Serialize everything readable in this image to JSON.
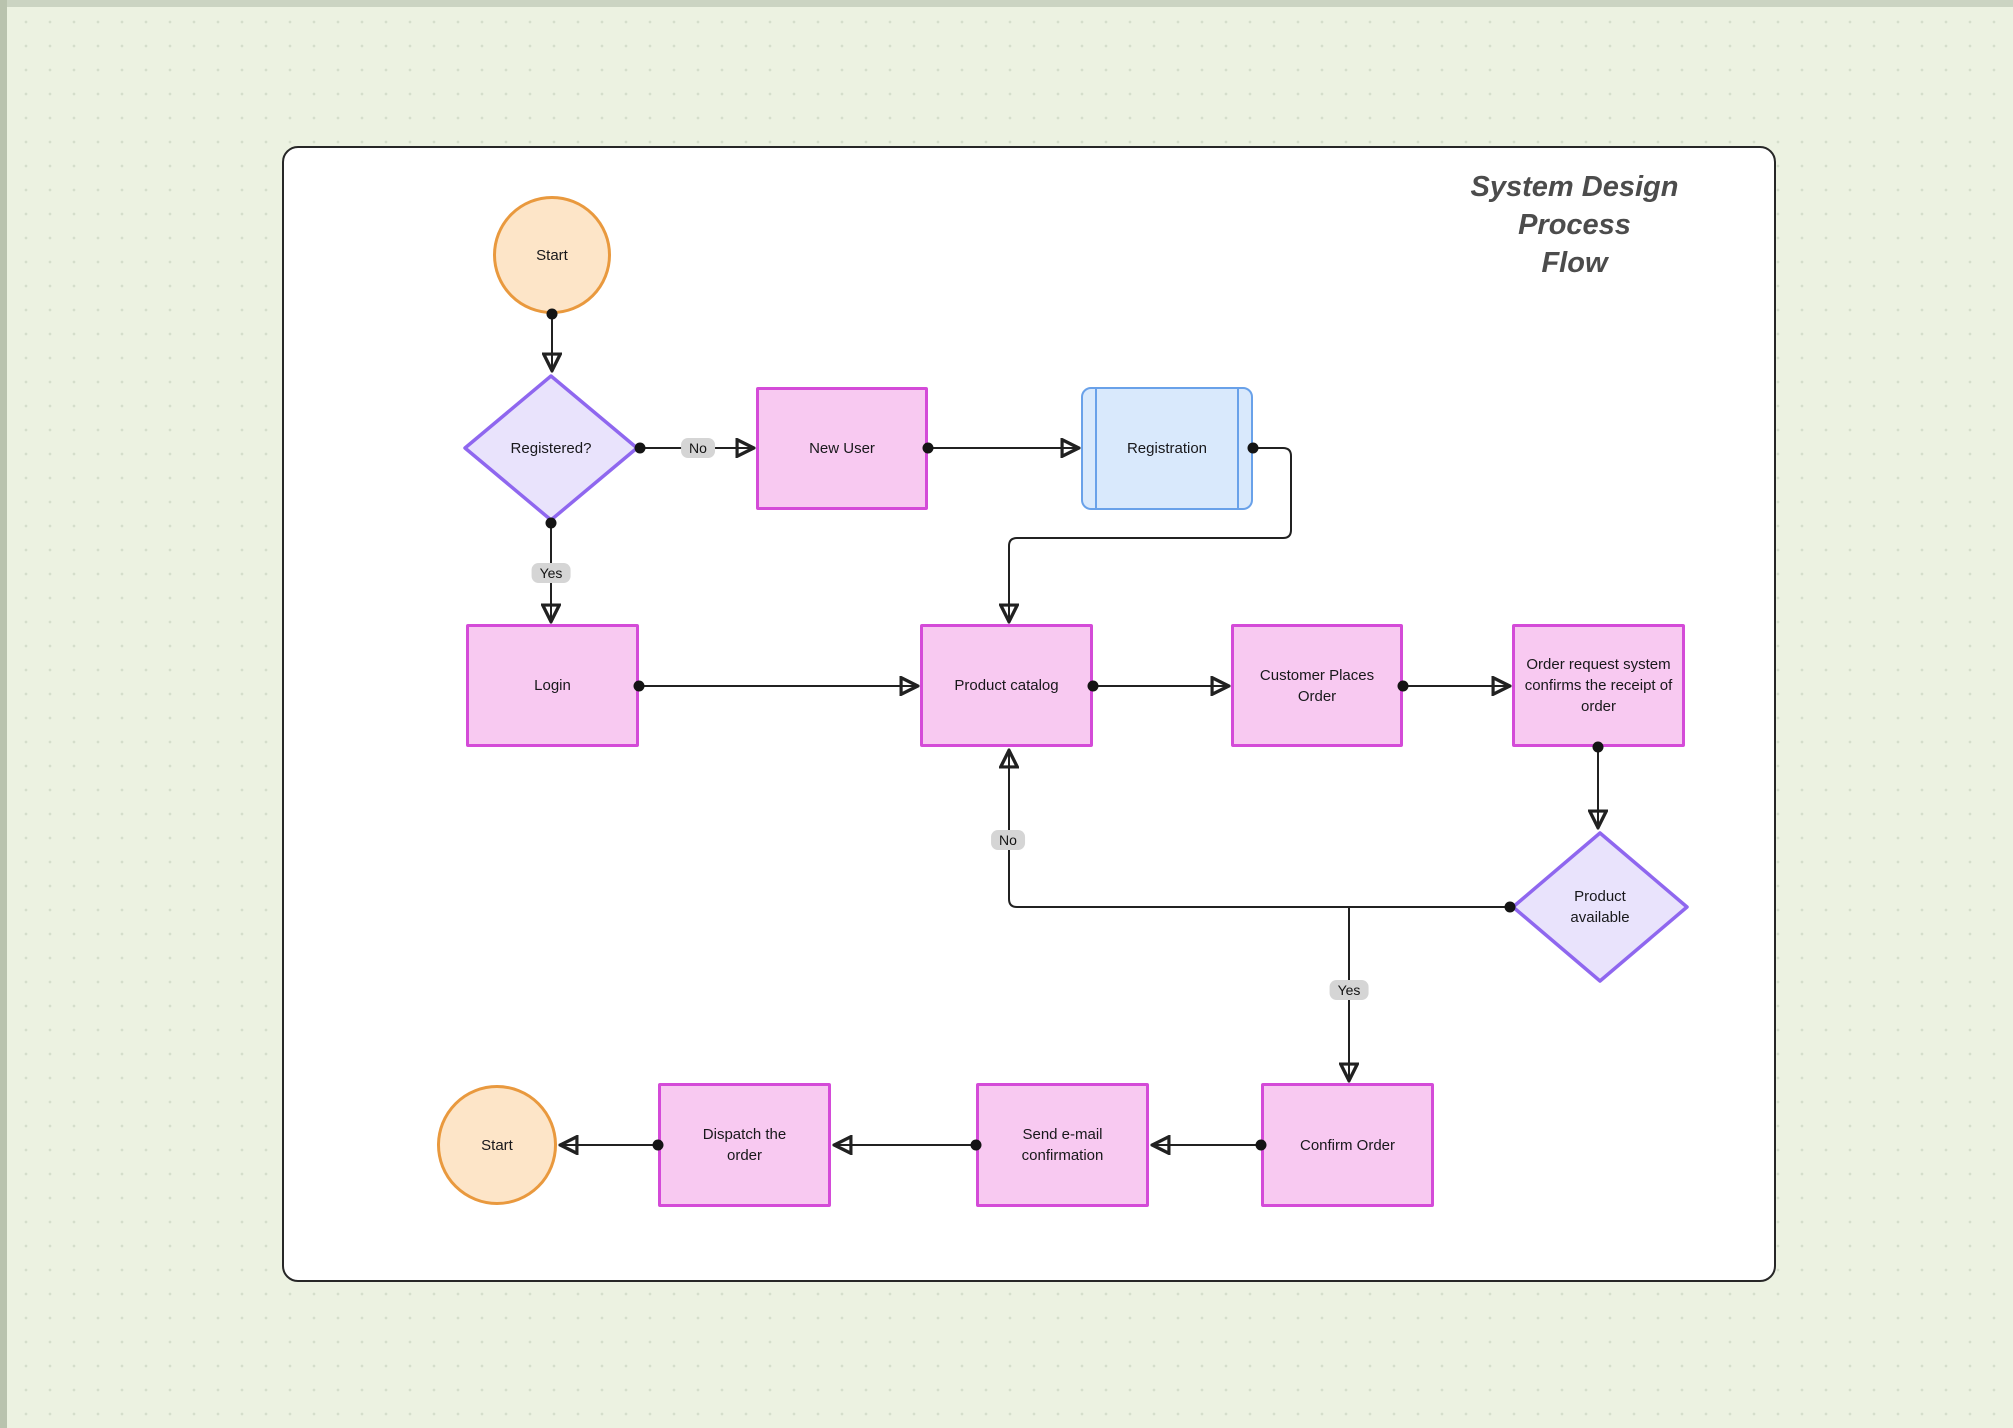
{
  "title": {
    "lines": [
      "System Design",
      "Process",
      "Flow"
    ]
  },
  "nodes": {
    "start_top": {
      "label": "Start",
      "shape": "terminator-circle"
    },
    "registered": {
      "label": "Registered?",
      "shape": "decision-diamond"
    },
    "new_user": {
      "label": "New User",
      "shape": "process"
    },
    "registration": {
      "label": "Registration",
      "shape": "predefined-process"
    },
    "login": {
      "label": "Login",
      "shape": "process"
    },
    "product_catalog": {
      "label": "Product catalog",
      "shape": "process"
    },
    "customer_places_order": {
      "label": "Customer Places Order",
      "shape": "process"
    },
    "order_request": {
      "label": "Order request system confirms the receipt of order",
      "shape": "process"
    },
    "product_available": {
      "label": "Product available",
      "shape": "decision-diamond"
    },
    "confirm_order": {
      "label": "Confirm Order",
      "shape": "process"
    },
    "send_email": {
      "label": "Send e-mail confirmation",
      "shape": "process"
    },
    "dispatch": {
      "label": "Dispatch the order",
      "shape": "process"
    },
    "start_bottom": {
      "label": "Start",
      "shape": "terminator-circle"
    }
  },
  "edge_labels": {
    "registered_no": "No",
    "registered_yes": "Yes",
    "available_no": "No",
    "available_yes": "Yes"
  },
  "edges": [
    {
      "from": "start_top",
      "to": "registered"
    },
    {
      "from": "registered",
      "to": "new_user",
      "label": "No"
    },
    {
      "from": "new_user",
      "to": "registration"
    },
    {
      "from": "registration",
      "to": "product_catalog"
    },
    {
      "from": "registered",
      "to": "login",
      "label": "Yes"
    },
    {
      "from": "login",
      "to": "product_catalog"
    },
    {
      "from": "product_catalog",
      "to": "customer_places_order"
    },
    {
      "from": "customer_places_order",
      "to": "order_request"
    },
    {
      "from": "order_request",
      "to": "product_available"
    },
    {
      "from": "product_available",
      "to": "product_catalog",
      "label": "No"
    },
    {
      "from": "product_available",
      "to": "confirm_order",
      "label": "Yes"
    },
    {
      "from": "confirm_order",
      "to": "send_email"
    },
    {
      "from": "send_email",
      "to": "dispatch"
    },
    {
      "from": "dispatch",
      "to": "start_bottom"
    }
  ],
  "colors": {
    "page_background": "#ecf2e1",
    "canvas_background": "#ffffff",
    "process_fill": "#f8c9f1",
    "process_border": "#d44bd8",
    "decision_fill": "#e9e3fc",
    "decision_border": "#8f67ef",
    "terminator_fill": "#fde5c8",
    "terminator_border": "#e9993e",
    "predefined_fill": "#d9e9fc",
    "predefined_border": "#69a1e9",
    "connector": "#212121",
    "edge_label_background": "#d5d5d5",
    "title_color": "#4c4c4c"
  }
}
